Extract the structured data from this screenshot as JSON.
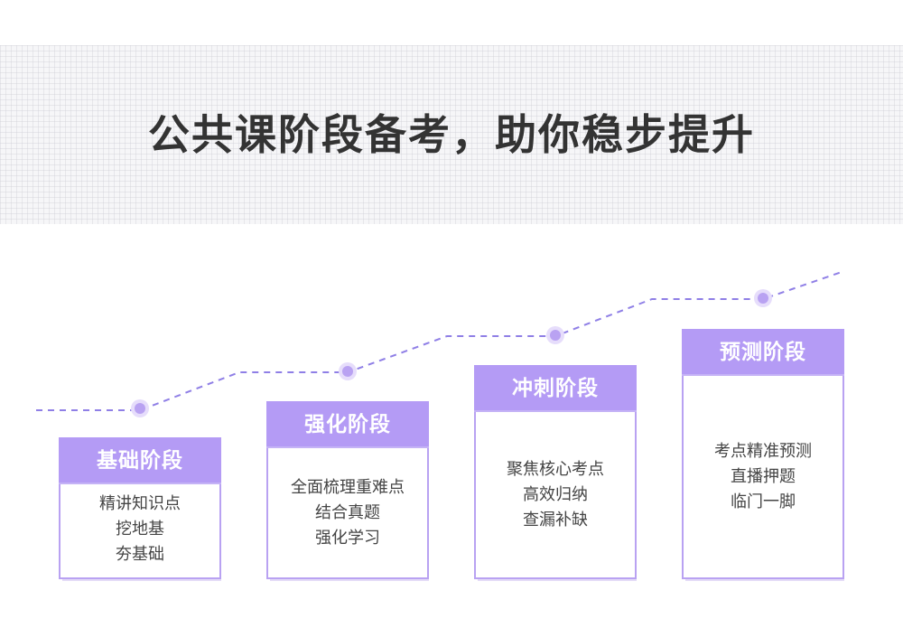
{
  "title": "公共课阶段备考，助你稳步提升",
  "colors": {
    "accent": "#b49bf5",
    "border": "#b9a2f2",
    "dot": "#c8b8f7",
    "dash": "#8f7fe6",
    "title_text": "#333333"
  },
  "stages": [
    {
      "name": "基础阶段",
      "lines": [
        "精讲知识点",
        "挖地基",
        "夯基础"
      ]
    },
    {
      "name": "强化阶段",
      "lines": [
        "全面梳理重难点",
        "结合真题",
        "强化学习"
      ]
    },
    {
      "name": "冲刺阶段",
      "lines": [
        "聚焦核心考点",
        "高效归纳",
        "查漏补缺"
      ]
    },
    {
      "name": "预测阶段",
      "lines": [
        "考点精准预测",
        "直播押题",
        "临门一脚"
      ]
    }
  ]
}
